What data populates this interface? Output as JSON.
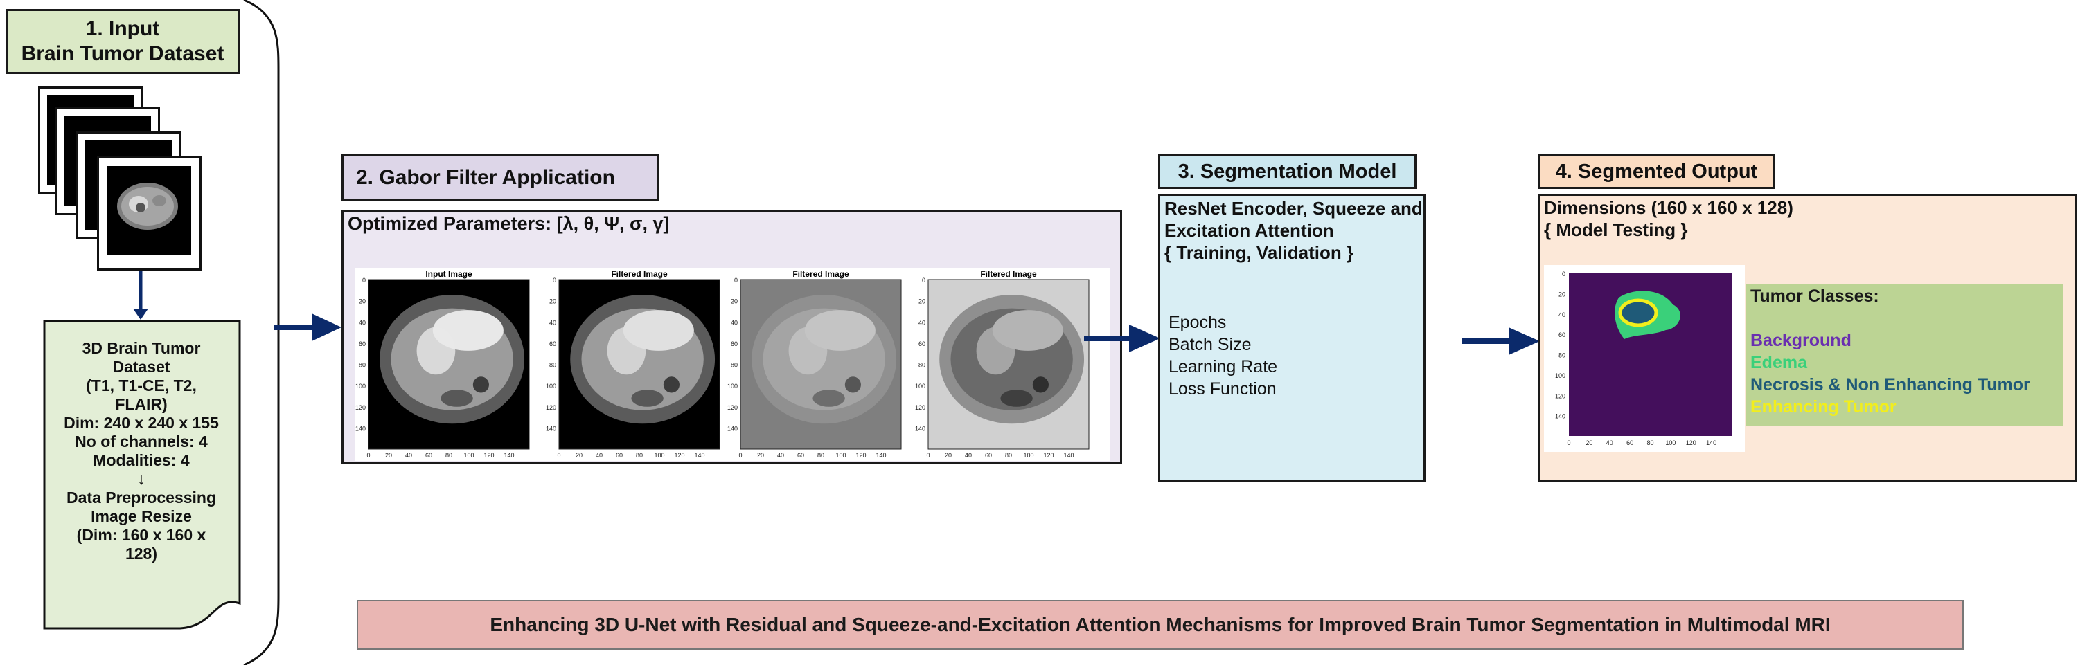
{
  "input": {
    "header_line1": "1. Input",
    "header_line2": "Brain Tumor Dataset",
    "details": [
      "3D Brain Tumor",
      "Dataset",
      "(T1, T1-CE, T2,",
      "FLAIR)",
      "Dim: 240 x 240 x 155",
      "No of channels: 4",
      "Modalities: 4",
      "↓",
      "Data Preprocessing",
      "Image Resize",
      "(Dim: 160 x 160 x",
      "128)"
    ]
  },
  "gabor": {
    "header": "2. Gabor Filter Application",
    "params": "Optimized Parameters: [λ, θ, Ψ, σ, γ]",
    "tiles": [
      {
        "title": "Input Image"
      },
      {
        "title": "Filtered Image"
      },
      {
        "title": "Filtered Image"
      },
      {
        "title": "Filtered Image"
      }
    ],
    "y_ticks": [
      "0",
      "20",
      "40",
      "60",
      "80",
      "100",
      "120",
      "140"
    ],
    "x_ticks": [
      "0",
      "20",
      "40",
      "60",
      "80",
      "100",
      "120",
      "140"
    ]
  },
  "segmentation": {
    "header": "3. Segmentation Model",
    "description": [
      "ResNet Encoder, Squeeze and",
      "Excitation Attention",
      "{ Training, Validation }"
    ],
    "params": [
      "Epochs",
      "Batch Size",
      "Learning Rate",
      "Loss Function"
    ]
  },
  "output": {
    "header": "4. Segmented Output",
    "dims": "Dimensions (160 x 160 x 128)",
    "testing": "{ Model Testing }",
    "classes_title": "Tumor Classes:",
    "classes": [
      {
        "label": "Background",
        "color": "#6a2fb0"
      },
      {
        "label": "Edema",
        "color": "#3ad07a"
      },
      {
        "label": "Necrosis & Non Enhancing Tumor",
        "color": "#1f5a78"
      },
      {
        "label": "Enhancing Tumor",
        "color": "#f2ee1c"
      }
    ],
    "y_ticks": [
      "0",
      "20",
      "40",
      "60",
      "80",
      "100",
      "120",
      "140"
    ],
    "x_ticks": [
      "0",
      "20",
      "40",
      "60",
      "80",
      "100",
      "120",
      "140"
    ]
  },
  "title": "Enhancing 3D U-Net with Residual and Squeeze-and-Excitation Attention Mechanisms for Improved Brain Tumor Segmentation in Multimodal MRI",
  "colors": {
    "input_header": "#dbe9c6",
    "gabor_header": "#ddd6e8",
    "gabor_panel": "#ece7f2",
    "seg_header": "#cbe7ef",
    "seg_panel": "#d9eef4",
    "out_header": "#fbdcc2",
    "out_panel": "#fce8d8",
    "title_bg": "#e9b6b3",
    "arrow": "#0b2a6b",
    "classes_bg": "#bcd494",
    "seg_bg": "#440f5c"
  }
}
